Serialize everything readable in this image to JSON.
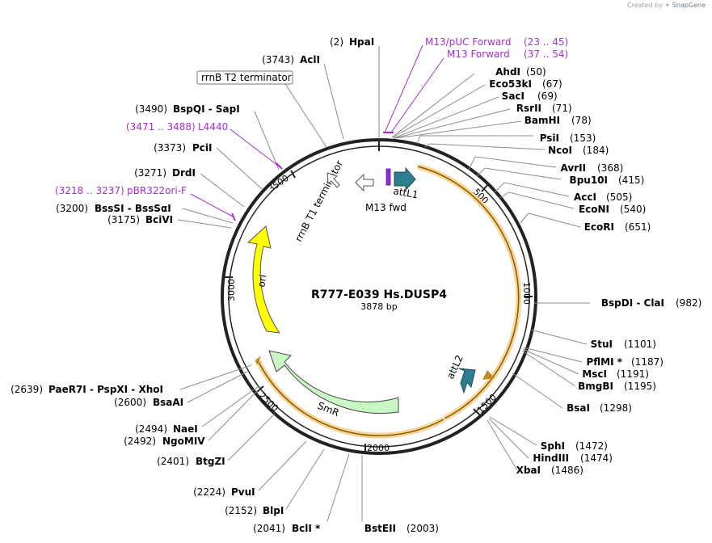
{
  "credit": {
    "prefix": "Created by",
    "brand": "SnapGene"
  },
  "plasmid": {
    "name": "R777-E039 Hs.DUSP4",
    "size_label": "3878 bp"
  },
  "ticks": [
    "500",
    "1000",
    "1500",
    "2000",
    "2500",
    "3000",
    "3500"
  ],
  "features": {
    "attL1": "attL1",
    "attL2": "attL2",
    "m13fwd": "M13 fwd",
    "rrnb_t1": "rrnB T1 terminator",
    "rrnb_t2": "rrnB T2 terminator",
    "ori": "ori",
    "smr": "SmR"
  },
  "right_labels": [
    {
      "num": "(50)",
      "enzyme": "AhdI"
    },
    {
      "num": "(67)",
      "enzyme": "Eco53kI"
    },
    {
      "num": "(69)",
      "enzyme": "SacI"
    },
    {
      "num": "(71)",
      "enzyme": "RsrII"
    },
    {
      "num": "(78)",
      "enzyme": "BamHI"
    },
    {
      "num": "(153)",
      "enzyme": "PsiI"
    },
    {
      "num": "(184)",
      "enzyme": "NcoI"
    },
    {
      "num": "(368)",
      "enzyme": "AvrII"
    },
    {
      "num": "(415)",
      "enzyme": "Bpu10I"
    },
    {
      "num": "(505)",
      "enzyme": "AccI"
    },
    {
      "num": "(540)",
      "enzyme": "EcoNI"
    },
    {
      "num": "(651)",
      "enzyme": "EcoRI"
    },
    {
      "num": "(982)",
      "enzyme": "BspDI - ClaI"
    },
    {
      "num": "(1101)",
      "enzyme": "StuI"
    },
    {
      "num": "(1187)",
      "enzyme": "PflMI *"
    },
    {
      "num": "(1191)",
      "enzyme": "MscI"
    },
    {
      "num": "(1195)",
      "enzyme": "BmgBI"
    },
    {
      "num": "(1298)",
      "enzyme": "BsaI"
    },
    {
      "num": "(1472)",
      "enzyme": "SphI"
    },
    {
      "num": "(1474)",
      "enzyme": "HindIII"
    },
    {
      "num": "(1486)",
      "enzyme": "XbaI"
    },
    {
      "num": "(2003)",
      "enzyme": "BstEII"
    }
  ],
  "primers_top": [
    {
      "name": "M13/pUC Forward",
      "range": "(23 .. 45)"
    },
    {
      "name": "M13 Forward",
      "range": "(37 .. 54)"
    }
  ],
  "left_labels": [
    {
      "num": "(2)",
      "enzyme": "HpaI"
    },
    {
      "num": "(3743)",
      "enzyme": "AclI"
    },
    {
      "num": "(3490)",
      "enzyme": "BspQI - SapI"
    },
    {
      "num": "(3373)",
      "enzyme": "PciI"
    },
    {
      "num": "(3271)",
      "enzyme": "DrdI"
    },
    {
      "num": "(3200)",
      "enzyme": "BssSI - BssSαI"
    },
    {
      "num": "(3175)",
      "enzyme": "BciVI"
    },
    {
      "num": "(2639)",
      "enzyme": "PaeR7I - PspXI - XhoI"
    },
    {
      "num": "(2600)",
      "enzyme": "BsaAI"
    },
    {
      "num": "(2494)",
      "enzyme": "NaeI"
    },
    {
      "num": "(2492)",
      "enzyme": "NgoMIV"
    },
    {
      "num": "(2401)",
      "enzyme": "BtgZI"
    },
    {
      "num": "(2224)",
      "enzyme": "PvuI"
    },
    {
      "num": "(2152)",
      "enzyme": "BlpI"
    },
    {
      "num": "(2041)",
      "enzyme": "BclI *"
    }
  ],
  "primers_left": [
    {
      "range": "(3471 .. 3488)",
      "name": "L4440"
    },
    {
      "range": "(3218 .. 3237)",
      "name": "pBR322ori-F"
    }
  ],
  "colors": {
    "backbone": "#222222",
    "attl": "#2f7f93",
    "insert_arc": "#f1b452",
    "ori": "#ffff00",
    "smr": "#c9f7c4",
    "primer": "#a52ed3",
    "leader": "#8c8c8c"
  }
}
